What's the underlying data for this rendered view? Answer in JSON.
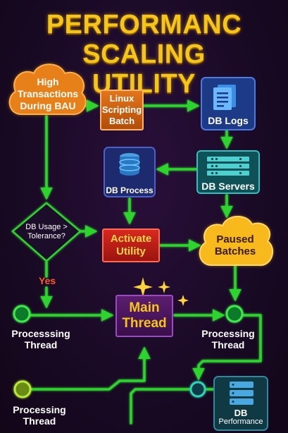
{
  "title_line1": "PERFORMANC SCALING",
  "title_line2": "UTILITY",
  "nodes": {
    "high_transactions": "High Transactions During BAU",
    "linux_batch": "Linux Scripting Batch",
    "db_logs": "DB Logs",
    "db_servers": "DB Servers",
    "db_process": "DB Process",
    "decision": "DB Usage > Tolerance?",
    "activate_utility": "Activate Utility",
    "paused_batches": "Paused Batches",
    "main_thread": "Main Thread",
    "processing_left": "Processsing Thread",
    "processing_right": "Processing Thread",
    "processing_bottom": "Processing Thread",
    "db_performance_line1": "DB",
    "db_performance_line2": "Performance"
  },
  "yes_label": "Yes",
  "colors": {
    "title": "#f5c518",
    "wire": "#2fd42f",
    "orange": "#e2761a",
    "red": "#d8281e",
    "purple": "#5b1d6e",
    "cloud_yellow": "#f7b91c",
    "blue_tile": "#1f3f8a",
    "teal_tile": "#0f5a5e"
  },
  "icons": [
    "document-icon",
    "database-icon",
    "server-rack-icon",
    "sparkle-icon"
  ]
}
